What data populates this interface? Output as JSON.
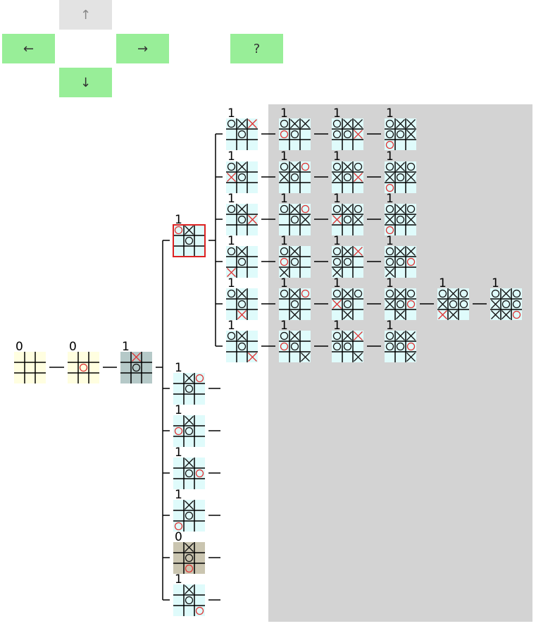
{
  "controls": {
    "up": {
      "label": "↑",
      "enabled": false
    },
    "left": {
      "label": "←",
      "enabled": true
    },
    "right": {
      "label": "→",
      "enabled": true
    },
    "down": {
      "label": "↓",
      "enabled": true
    },
    "help": {
      "label": "?",
      "enabled": true
    }
  },
  "colors": {
    "button_enabled": "#98ee98",
    "button_disabled": "#e3e3e3",
    "panel": "#d3d3d3",
    "board_path": "#fffee0",
    "board_current": "#b5c9c8",
    "board_child": "#dffbfb",
    "board_highlight": "#cac5b0",
    "last_move": "#dd3333",
    "piece": "#111111",
    "selected_border": "#dd2222"
  },
  "trees": [
    {
      "id": "root",
      "score": "0",
      "cells": "---------",
      "last": -1,
      "style": "path",
      "children": [
        {
          "id": "n1",
          "score": "0",
          "cells": "----O----",
          "last": 4,
          "style": "path",
          "children": [
            {
              "id": "n2",
              "score": "1",
              "cells": "-X--O----",
              "last": 1,
              "style": "current",
              "children": [
                {
                  "id": "a",
                  "score": "1",
                  "cells": "OX--O----",
                  "last": 0,
                  "style": "selected",
                  "children": [
                    {
                      "id": "a1",
                      "score": "1",
                      "cells": "OXX-O----",
                      "last": 2,
                      "children": [
                        {
                          "id": "a1b",
                          "score": "1",
                          "cells": "OXXOO----",
                          "last": 3,
                          "children": [
                            {
                              "id": "a1c",
                              "score": "1",
                              "cells": "OXXOOX---",
                              "last": 5,
                              "children": [
                                {
                                  "id": "a1d",
                                  "score": "1",
                                  "cells": "OXXOOXO--",
                                  "last": 6,
                                  "children": []
                                }
                              ]
                            }
                          ]
                        }
                      ]
                    },
                    {
                      "id": "a2",
                      "score": "1",
                      "cells": "OX-XO----",
                      "last": 3,
                      "children": [
                        {
                          "id": "a2b",
                          "score": "1",
                          "cells": "OXOXO----",
                          "last": 2,
                          "children": [
                            {
                              "id": "a2c",
                              "score": "1",
                              "cells": "OXOXOX---",
                              "last": 5,
                              "children": [
                                {
                                  "id": "a2d",
                                  "score": "1",
                                  "cells": "OXOXOXO--",
                                  "last": 6,
                                  "children": []
                                }
                              ]
                            }
                          ]
                        }
                      ]
                    },
                    {
                      "id": "a3",
                      "score": "1",
                      "cells": "OX--OX---",
                      "last": 5,
                      "children": [
                        {
                          "id": "a3b",
                          "score": "1",
                          "cells": "OXO-OX---",
                          "last": 2,
                          "children": [
                            {
                              "id": "a3c",
                              "score": "1",
                              "cells": "OXOXOX---",
                              "last": 3,
                              "children": [
                                {
                                  "id": "a3d",
                                  "score": "1",
                                  "cells": "OXOXOXO--",
                                  "last": 6,
                                  "children": []
                                }
                              ]
                            }
                          ]
                        }
                      ]
                    },
                    {
                      "id": "a4",
                      "score": "1",
                      "cells": "OX--O-X--",
                      "last": 6,
                      "children": [
                        {
                          "id": "a4b",
                          "score": "1",
                          "cells": "OX-OO-X--",
                          "last": 3,
                          "children": [
                            {
                              "id": "a4c",
                              "score": "1",
                              "cells": "OXXOO-X--",
                              "last": 2,
                              "children": [
                                {
                                  "id": "a4d",
                                  "score": "1",
                                  "cells": "OXXOOOX--",
                                  "last": 5,
                                  "children": []
                                }
                              ]
                            }
                          ]
                        }
                      ]
                    },
                    {
                      "id": "a5",
                      "score": "1",
                      "cells": "OX--O--X-",
                      "last": 7,
                      "children": [
                        {
                          "id": "a5b",
                          "score": "1",
                          "cells": "OXO-O--X-",
                          "last": 2,
                          "children": [
                            {
                              "id": "a5c",
                              "score": "1",
                              "cells": "OXOXO--X-",
                              "last": 3,
                              "children": [
                                {
                                  "id": "a5d",
                                  "score": "1",
                                  "cells": "OXOXOO-X-",
                                  "last": 5,
                                  "children": [
                                    {
                                      "id": "a5e",
                                      "score": "1",
                                      "cells": "OXOXOOXX-",
                                      "last": 6,
                                      "children": [
                                        {
                                          "id": "a5f",
                                          "score": "1",
                                          "cells": "OXOXOOXXO",
                                          "last": 8,
                                          "children": []
                                        }
                                      ]
                                    }
                                  ]
                                }
                              ]
                            }
                          ]
                        }
                      ]
                    },
                    {
                      "id": "a6",
                      "score": "1",
                      "cells": "OX--O---X",
                      "last": 8,
                      "children": [
                        {
                          "id": "a6b",
                          "score": "1",
                          "cells": "OX-OO---X",
                          "last": 3,
                          "children": [
                            {
                              "id": "a6c",
                              "score": "1",
                              "cells": "OXXOO---X",
                              "last": 2,
                              "children": [
                                {
                                  "id": "a6d",
                                  "score": "1",
                                  "cells": "OXXOOO--X",
                                  "last": 5,
                                  "children": []
                                }
                              ]
                            }
                          ]
                        }
                      ]
                    }
                  ]
                },
                {
                  "id": "b",
                  "score": "1",
                  "cells": "-XO-O----",
                  "last": 2,
                  "children": []
                },
                {
                  "id": "c",
                  "score": "1",
                  "cells": "-X-OO----",
                  "last": 3,
                  "children": []
                },
                {
                  "id": "d",
                  "score": "1",
                  "cells": "-X--OO---",
                  "last": 5,
                  "children": []
                },
                {
                  "id": "e",
                  "score": "1",
                  "cells": "-X--O-O--",
                  "last": 6,
                  "children": []
                },
                {
                  "id": "f",
                  "score": "0",
                  "cells": "-X--O--O-",
                  "last": 7,
                  "style": "highlight",
                  "children": []
                },
                {
                  "id": "g",
                  "score": "1",
                  "cells": "-X--O---O",
                  "last": 8,
                  "children": []
                }
              ]
            }
          ]
        }
      ]
    }
  ]
}
